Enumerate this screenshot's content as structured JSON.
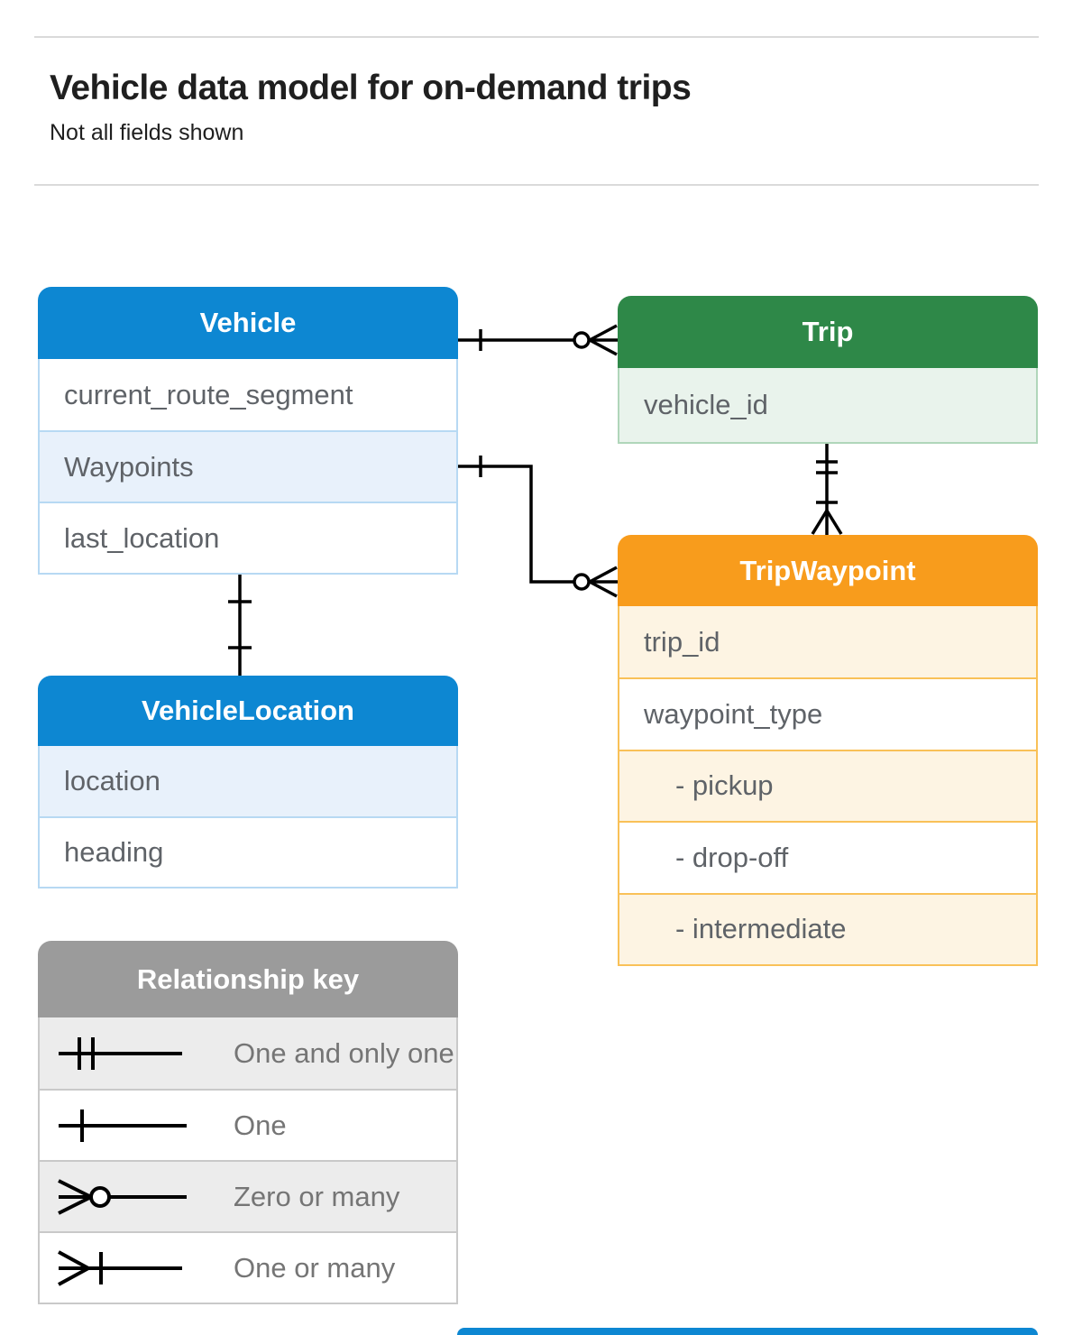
{
  "page": {
    "title": "Vehicle data model for on-demand trips",
    "subtitle": "Not all fields shown"
  },
  "colors": {
    "blue": "#0d87d2",
    "blue_light": "#e8f1fb",
    "blue_border": "#b7d9f3",
    "green": "#2e8848",
    "green_light": "#e9f3ec",
    "green_border": "#b0d6ba",
    "orange": "#f89c1c",
    "orange_light": "#fdf4e3",
    "orange_border": "#f9c158",
    "gray_header": "#9b9b9b",
    "gray_light": "#ececec",
    "gray_border": "#c9c9c9",
    "row_text": "#5f6368",
    "key_text": "#757575",
    "title_text": "#1f1f1f",
    "rule": "#dadada",
    "line": "#000000"
  },
  "entities": {
    "vehicle": {
      "title": "Vehicle",
      "fields": [
        "current_route_segment",
        "Waypoints",
        "last_location"
      ]
    },
    "trip": {
      "title": "Trip",
      "fields": [
        "vehicle_id"
      ]
    },
    "trip_waypoint": {
      "title": "TripWaypoint",
      "fields": [
        "trip_id",
        "waypoint_type",
        "- pickup",
        "- drop-off",
        "- intermediate"
      ]
    },
    "vehicle_location": {
      "title": "VehicleLocation",
      "fields": [
        "location",
        "heading"
      ]
    }
  },
  "relationships": [
    {
      "from": "Vehicle",
      "to": "Trip",
      "from_cardinality": "one",
      "to_cardinality": "zero-or-many"
    },
    {
      "from": "Vehicle.Waypoints",
      "to": "TripWaypoint",
      "from_cardinality": "one",
      "to_cardinality": "zero-or-many"
    },
    {
      "from": "Trip",
      "to": "TripWaypoint",
      "from_cardinality": "one-and-only-one",
      "to_cardinality": "one-or-many"
    },
    {
      "from": "Vehicle",
      "to": "VehicleLocation",
      "from_cardinality": "one",
      "to_cardinality": "one"
    }
  ],
  "legend": {
    "title": "Relationship key",
    "items": [
      {
        "symbol": "one-and-only-one",
        "label": "One and only one"
      },
      {
        "symbol": "one",
        "label": "One"
      },
      {
        "symbol": "zero-or-many",
        "label": "Zero or many"
      },
      {
        "symbol": "one-or-many",
        "label": "One or many"
      }
    ]
  }
}
